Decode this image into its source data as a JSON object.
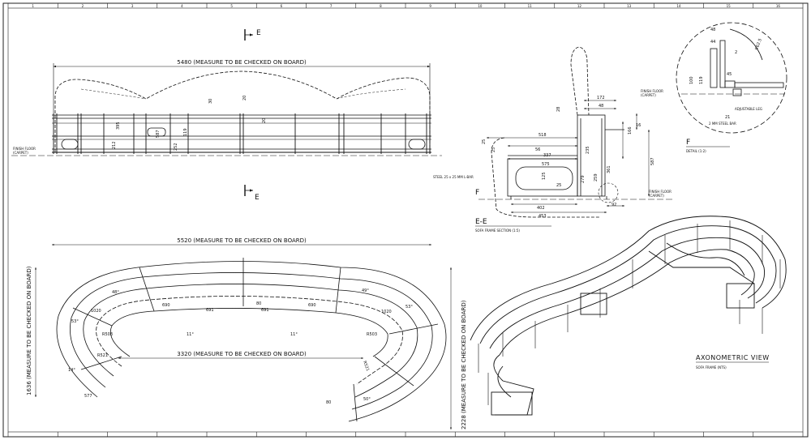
{
  "elevation": {
    "section_marker_label": "E",
    "overall_dim": "5480 (MEASURE TO BE CHECKED ON BOARD)",
    "dims": [
      "30",
      "20",
      "20",
      "395",
      "587",
      "119",
      "252",
      "212"
    ],
    "finish_floor_1": "FINISH FLOOR",
    "finish_floor_2": "(CARPET)"
  },
  "section": {
    "title": "E-E",
    "subtitle": "SOFA FRAME SECTION (1:5)",
    "dims": [
      "172",
      "48",
      "28",
      "518",
      "56",
      "337",
      "575",
      "25",
      "25",
      "25",
      "125",
      "235",
      "279",
      "259",
      "361",
      "166",
      "16",
      "587",
      "402",
      "453",
      "92"
    ],
    "steel_label": "STEEL 25 x 25 MM L-BAR",
    "detail_marker": "F",
    "finish_floor_1": "FINISH FLOOR",
    "finish_floor_2": "(CARPET)"
  },
  "detail": {
    "dims": [
      "48",
      "44",
      "2",
      "R62.5",
      "100",
      "119",
      "45",
      "21"
    ],
    "adjustable_leg": "ADJUSTABLE LEG",
    "steel_bar": "2 MM STEEL BAR",
    "finish_floor_1": "FINISH FLOOR",
    "finish_floor_2": "(CARPET)",
    "title": "F",
    "subtitle": "DETAIL (1:2)"
  },
  "plan": {
    "top_dim": "5520 (MEASURE TO BE CHECKED ON BOARD)",
    "bottom_dim": "3320 (MEASURE TO BE CHECKED ON BOARD)",
    "left_dim": "1636 (MEASURE TO BE CHECKED ON BOARD)",
    "right_dim": "2228 (MEASURE TO BE CHECKED ON BOARD)",
    "labels": [
      "48°",
      "1020",
      "53°",
      "R503",
      "R521",
      "14°",
      "577",
      "690",
      "691",
      "80",
      "691",
      "690",
      "11°",
      "11°",
      "49°",
      "53°",
      "1020",
      "R503",
      "R521",
      "50°",
      "80"
    ]
  },
  "axonometric": {
    "title": "AXONOMETRIC VIEW",
    "subtitle": "SOFA FRAME (NTS)"
  },
  "border_numbers": [
    "1",
    "2",
    "3",
    "4",
    "5",
    "6",
    "7",
    "8",
    "9",
    "10",
    "11",
    "12",
    "13",
    "14",
    "15",
    "16"
  ]
}
